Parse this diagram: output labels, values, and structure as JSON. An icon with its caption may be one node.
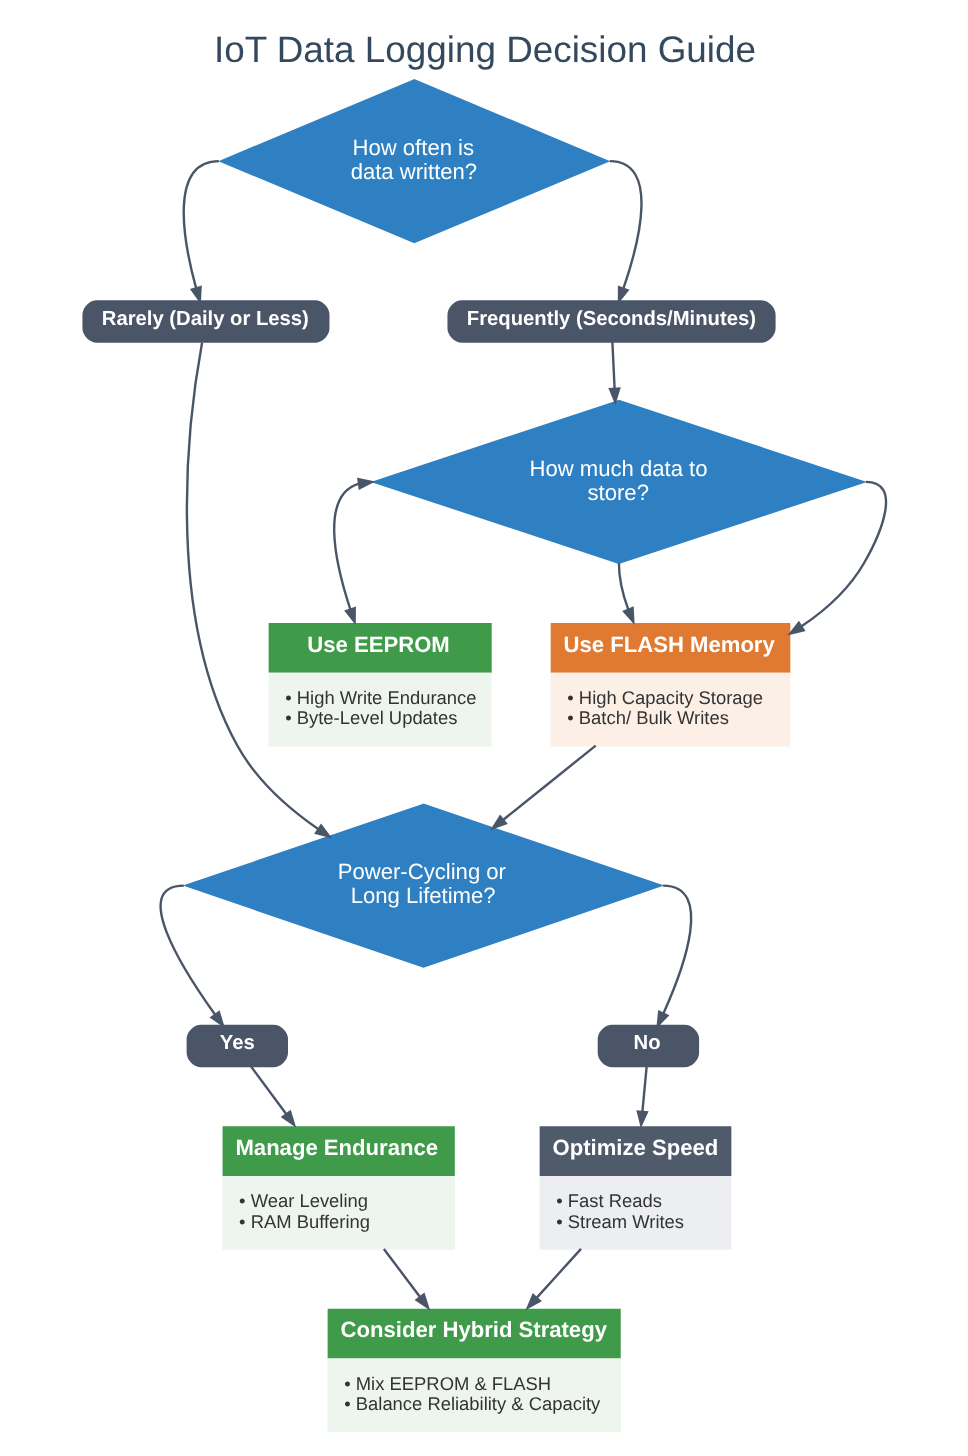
{
  "diagram": {
    "title": "IoT Data Logging Decision Guide",
    "nodes": [
      {
        "text": [
          "How often is data written?"
        ]
      },
      {
        "text": [
          "Rarely (Daily or Less)"
        ]
      },
      {
        "text": [
          "Frequently (Seconds/Minutes)"
        ]
      },
      {
        "text": [
          "How much data to store?"
        ]
      },
      {
        "text": [
          "Use EEPROM",
          "• High Write Endurance",
          "• Byte-Level Updates"
        ]
      },
      {
        "text": [
          "Use FLASH Memory",
          "• High Capacity Storage",
          "• Batch/ Bulk Writes"
        ]
      },
      {
        "text": [
          "Power-Cycling or Long Lifetime?"
        ]
      },
      {
        "text": [
          "Yes"
        ]
      },
      {
        "text": [
          "No"
        ]
      },
      {
        "text": [
          "Manage Endurance",
          "• Wear Leveling",
          "• RAM Buffering"
        ]
      },
      {
        "text": [
          "Optimize Speed",
          "• Fast Reads",
          "• Stream Writes"
        ]
      },
      {
        "text": [
          "Consider Hybrid Strategy",
          "• Mix EEPROM & FLASH",
          "• Balance Reliability & Capacity"
        ]
      }
    ],
    "edges": [
      {
        "from": 0,
        "to": 1,
        "arrow": "to"
      },
      {
        "from": 0,
        "to": 2,
        "arrow": "to"
      },
      {
        "from": 2,
        "to": 3,
        "arrow": "to"
      },
      {
        "from": 3,
        "to": 4,
        "arrow": "both"
      },
      {
        "from": 3,
        "to": 5,
        "arrow": "to"
      },
      {
        "from": 3,
        "to": 5,
        "arrow": "to"
      },
      {
        "from": 1,
        "to": 6,
        "arrow": "to"
      },
      {
        "from": 5,
        "to": 6,
        "arrow": "to"
      },
      {
        "from": 6,
        "to": 7,
        "arrow": "to"
      },
      {
        "from": 6,
        "to": 8,
        "arrow": "to"
      },
      {
        "from": 7,
        "to": 9,
        "arrow": "to"
      },
      {
        "from": 8,
        "to": 10,
        "arrow": "to"
      },
      {
        "from": 9,
        "to": 11,
        "arrow": "to"
      },
      {
        "from": 10,
        "to": 11,
        "arrow": "to"
      }
    ]
  }
}
